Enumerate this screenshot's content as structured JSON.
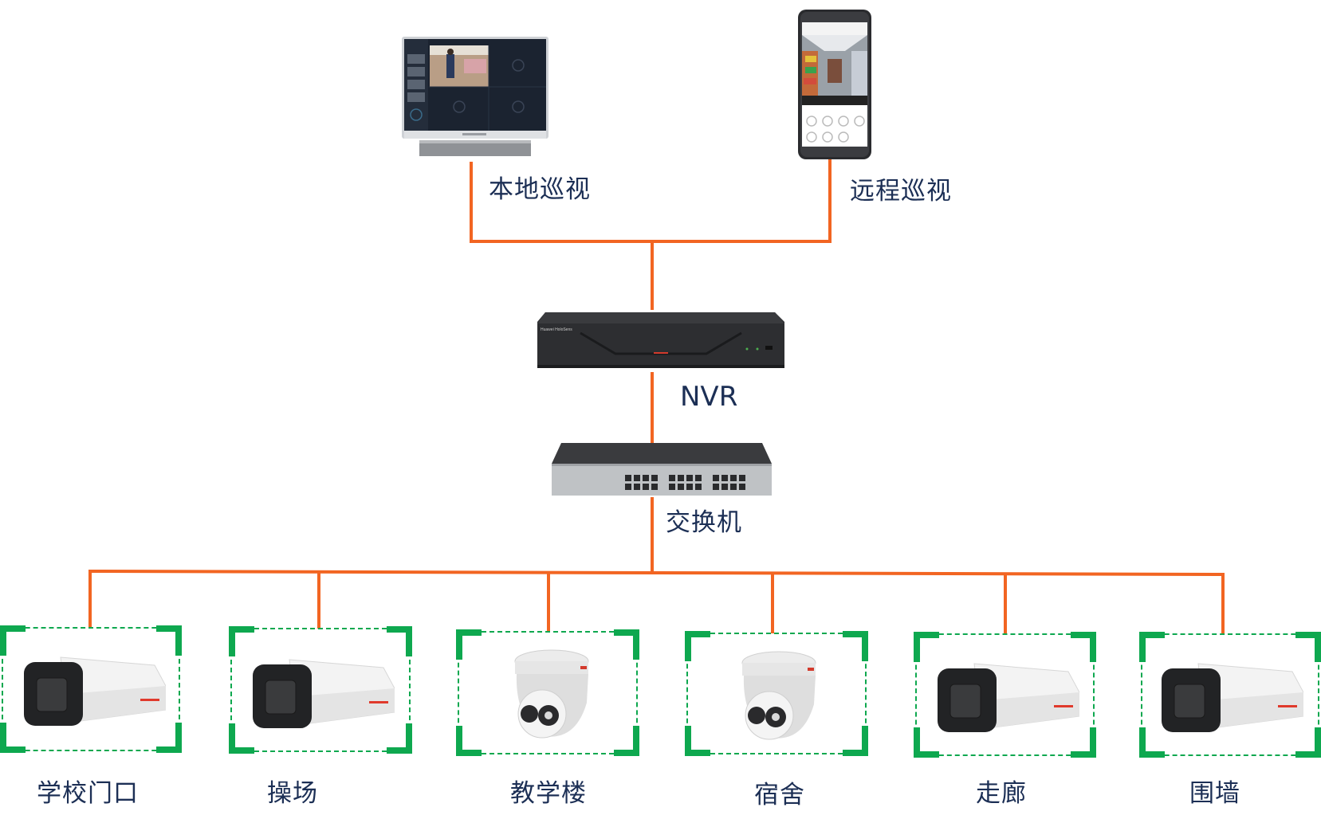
{
  "colors": {
    "wire": "#f26522",
    "frame_green": "#0ea84f",
    "label_text": "#1c2f55"
  },
  "viewers": {
    "local": {
      "label": "本地巡视",
      "icon": "monitor-icon"
    },
    "remote": {
      "label": "远程巡视",
      "icon": "smartphone-icon"
    }
  },
  "nvr": {
    "label": "NVR",
    "icon": "nvr-recorder-icon",
    "brand_text": "Huawei HoloSens"
  },
  "switch": {
    "label": "交换机",
    "icon": "network-switch-icon"
  },
  "cameras": [
    {
      "label": "学校门口",
      "type": "bullet",
      "icon": "bullet-camera-icon"
    },
    {
      "label": "操场",
      "type": "bullet",
      "icon": "bullet-camera-icon"
    },
    {
      "label": "教学楼",
      "type": "dome",
      "icon": "dome-camera-icon"
    },
    {
      "label": "宿舍",
      "type": "dome",
      "icon": "dome-camera-icon"
    },
    {
      "label": "走廊",
      "type": "bullet",
      "icon": "bullet-camera-icon"
    },
    {
      "label": "围墙",
      "type": "bullet",
      "icon": "bullet-camera-icon"
    }
  ]
}
